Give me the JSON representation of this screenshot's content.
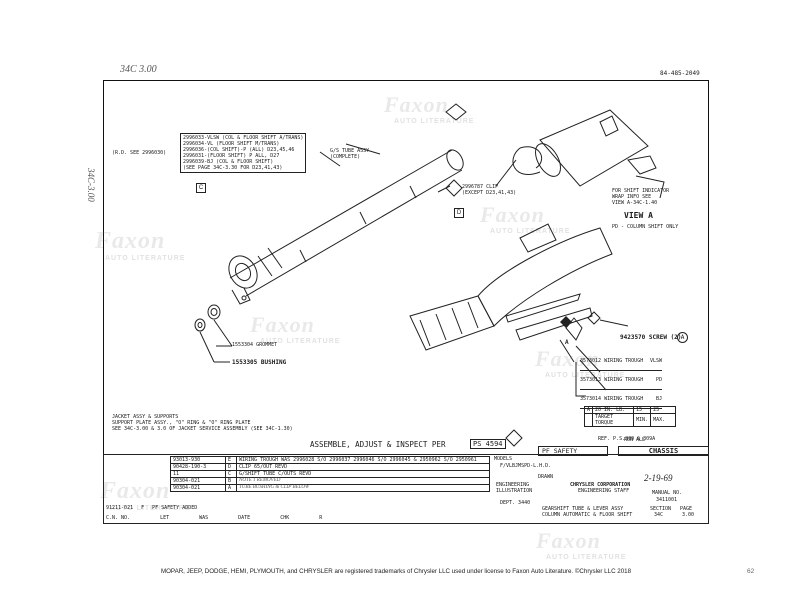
{
  "handwritten": {
    "top_note": "34C 3.00",
    "side_note": "34C-3.00"
  },
  "drawing_number": "84-485-2049",
  "watermarks": [
    "Faxon",
    "AUTO LITERATURE"
  ],
  "callouts": {
    "part_list": [
      "2996033-VLSW (COL & FLOOR SHIFT A/TRANS)",
      "2996034-VL (FLOOR SHIFT M/TRANS)",
      "2996036-(COL SHIFT)-P (ALL) D23,45,46",
      "2996031-(FLOOR SHIFT) P ALL, D27",
      "2996039-BJ (COL & FLOOR SHIFT)",
      "(SEE PAGE 34C-3.30 FOR D23,41,43)"
    ],
    "rd_note": "(R.D. SEE 2996030)",
    "tube_assy": [
      "G/S TUBE ASSY",
      "(COMPLETE)"
    ],
    "clip": [
      "2996787 CLIP",
      "(EXCEPT D23,41,43)"
    ],
    "shift_indicator": [
      "FOR SHIFT INDICATOR",
      "WRAP INFO SEE",
      "VIEW A-34C-1.40"
    ],
    "view_a": "VIEW A",
    "view_a_note": "PD - COLUMN SHIFT ONLY",
    "screw": "9423570 SCREW (2)",
    "screw_circle": "A",
    "grommet": "1553304 GROMMET",
    "bushing": "1553305 BUSHING",
    "label_c": "C",
    "label_d": "D",
    "label_a": "A",
    "wiring": [
      {
        "text": "3573012 WIRING TROUGH",
        "code": "VLSW"
      },
      {
        "text": "3573013 WIRING TROUGH",
        "code": "PD"
      },
      {
        "text": "3573014 WIRING TROUGH",
        "code": "BJ"
      }
    ],
    "jacket_note": [
      "JACKET ASSY & SUPPORTS",
      "SUPPORT PLATE ASSY., \"O\" RING & \"O\" RING PLATE",
      "SEE 34C-3.00 & 3.0 OF JACKET SERVICE ASSEMBLY (SEE 34C-1.30)"
    ]
  },
  "torque_table": {
    "row1": [
      "A",
      "20 IN. LB.",
      "15",
      "25"
    ],
    "row2_label": "TARGET TORQUE",
    "row2": [
      "MIN.",
      "MAX.",
      "RUN ALL"
    ],
    "ref": "REF. P.S.809 & 809A"
  },
  "assemble_banner": "ASSEMBLE, ADJUST & INSPECT PER",
  "ps_number": "PS 4594",
  "pf_safety": "PF SAFETY",
  "chassis": "CHASSIS",
  "revisions": [
    {
      "num": "93013-930",
      "ltr": "E",
      "desc": "WIRING TROUGH WAS 2996028 S/O 2996037 2996046 S/O 2996045 & 2950962 S/O 2950961"
    },
    {
      "num": "90428-190-3",
      "ltr": "D",
      "desc": "CLIP 65/OUT REVD"
    },
    {
      "num": "11",
      "ltr": "C",
      "desc": "G/SHIFT TUBE C/OUTS REVD"
    },
    {
      "num": "90304-021",
      "ltr": "B",
      "desc": "NOTE 1 REMOVED"
    },
    {
      "num": "90304-021",
      "ltr": "A",
      "desc": "TUBE BUSHING & CLIP BELOW"
    }
  ],
  "first_rev": {
    "num": "91211-021",
    "ltr": "F",
    "desc": "PF SAFETY ADDED"
  },
  "rev_headers": [
    "C.N. NO.",
    "LET",
    "WAS",
    "DATE",
    "CHK",
    "R"
  ],
  "title_block": {
    "models_label": "MODELS",
    "models": "F/VLBJMSPD-L.H.D.",
    "drawn_label": "DRAWN",
    "date": "2-19-69",
    "company": "CHRYSLER CORPORATION",
    "staff": "ENGINEERING STAFF",
    "dept_block": [
      "ENGINEERING",
      "ILLUSTRATION"
    ],
    "dept": "DEPT. 3440",
    "manual_label": "MANUAL NO.",
    "manual": "3411001",
    "title": [
      "GEARSHIFT TUBE & LEVER ASSY",
      "COLUMN AUTOMATIC & FLOOR SHIFT"
    ],
    "section_label": "SECTION",
    "section": "34C",
    "page_label": "PAGE",
    "page": "3.00"
  },
  "footer": "MOPAR, JEEP, DODGE, HEMI, PLYMOUTH, and CHRYSLER are registered trademarks of Chrysler LLC used under license to Faxon Auto Literature. ©Chrysler LLC 2018",
  "page_number": "62"
}
